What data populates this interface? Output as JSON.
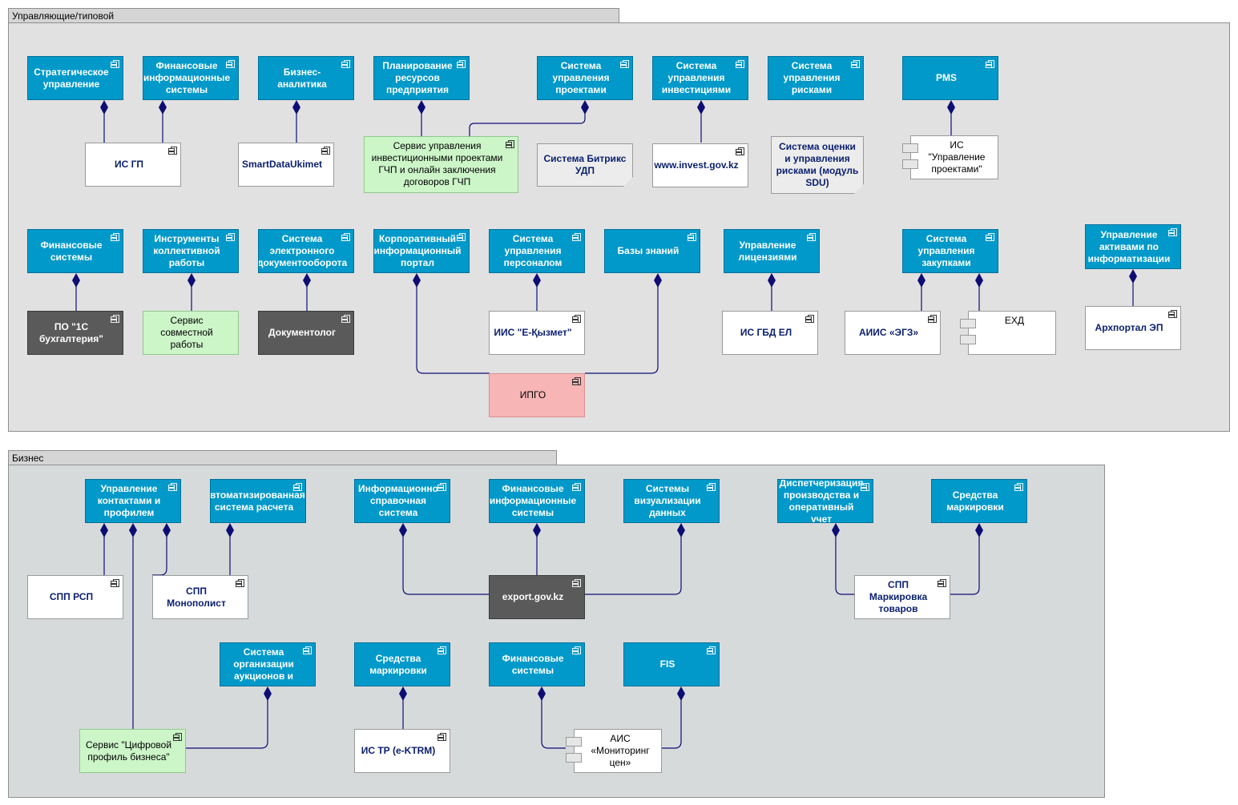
{
  "groups": {
    "management_title": "Управляющие/типовой",
    "business_title": "Бизнес"
  },
  "management": {
    "strategic": "Стратегическое управление",
    "fin_info_systems": "Финансовые информационные системы",
    "business_analytics": "Бизнес-аналитика",
    "erp": "Планирование ресурсов предприятия",
    "project_mgmt": "Система управления проектами",
    "invest_mgmt": "Система управления инвестициями",
    "risk_mgmt": "Система управления рисками",
    "pms": "PMS",
    "is_gp": "ИС ГП",
    "smartdata": "SmartDataUkimet",
    "ppp_service": "Сервис управления инвестиционными проектами ГЧП и онлайн заключения договоров ГЧП",
    "bitrix": "Система Битрикс УДП",
    "invest_gov": "www.invest.gov.kz",
    "risk_sdu": "Система оценки и управления рисками (модуль SDU)",
    "is_projects": "ИС \"Управление проектами\"",
    "fin_systems": "Финансовые системы",
    "collab_tools": "Инструменты коллективной работы",
    "edms": "Система электронного документооборота",
    "corp_portal": "Корпоративный информационный портал",
    "hr_mgmt": "Система управления персоналом",
    "knowledge": "Базы знаний",
    "licensing": "Управление лицензиями",
    "procurement": "Система управления закупками",
    "it_assets": "Управление активами по информатизации",
    "onec": "ПО \"1С бухгалтерия\"",
    "collab_service": "Сервис совместной работы",
    "documentolog": "Документолог",
    "iis_kyzmet": "ИИС \"Е-Қызмет\"",
    "is_gbd_el": "ИС ГБД ЕЛ",
    "aiis_egz": "АИИС «ЭГЗ»",
    "ekhd": "ЕХД",
    "arkhportal": "Архпортал ЭП",
    "ipgo": "ИПГО"
  },
  "business": {
    "contacts_profile": "Управление контактами и профилем",
    "auto_settlement": "Автоматизированная система расчета",
    "info_reference": "Информационно справочная система",
    "fin_info_systems": "Финансовые информационные системы",
    "data_viz": "Системы визуализации данных",
    "dispatch": "Диспетчеризация производства и оперативный учет",
    "marking_tools_1": "Средства маркировки",
    "spp_rsp": "СПП РСП",
    "spp_monopolist": "СПП Монополист",
    "export_gov": "export.gov.kz",
    "spp_marking": "СПП Маркировка товаров",
    "auctions": "Система организации аукционов и",
    "marking_tools_2": "Средства маркировки",
    "fin_systems": "Финансовые системы",
    "fis": "FIS",
    "digital_profile": "Сервис \"Цифровой профиль бизнеса\"",
    "is_tr": "ИС ТР (e-KTRM)",
    "ais_prices": "АИС «Мониторинг цен»"
  },
  "colors": {
    "component_blue": "#0099c9",
    "link_navy": "#0d0d73",
    "service_green": "#ccf5c8",
    "highlight_pink": "#f8b5b5",
    "dark_grey": "#5a5a5a",
    "group_fill": "#e1e1e1",
    "group_business_fill": "#d7dadb"
  }
}
